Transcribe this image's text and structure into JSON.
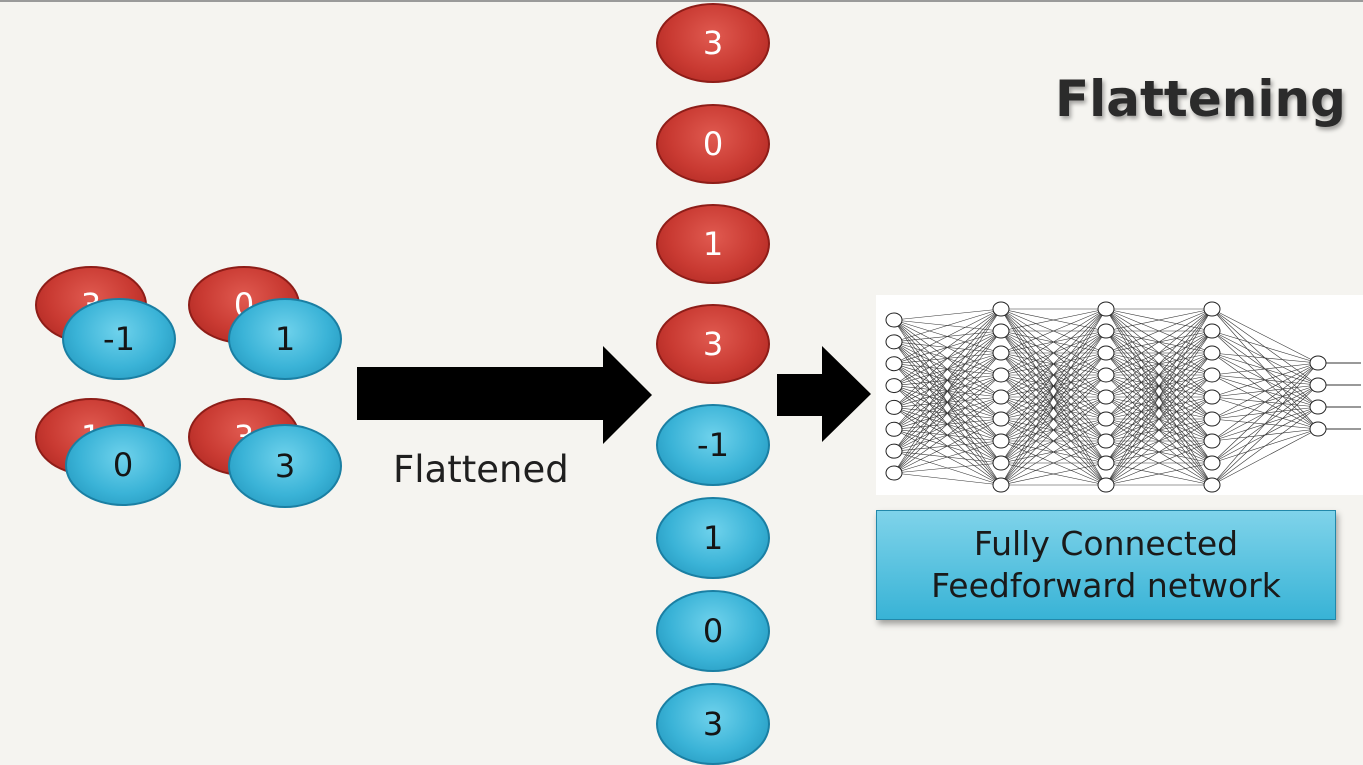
{
  "title": "Flattening",
  "arrow_label": "Flattened",
  "network_caption": {
    "line1": "Fully Connected",
    "line2": "Feedforward network"
  },
  "feature_maps": {
    "red_values": [
      "3",
      "0",
      "1",
      "3"
    ],
    "blue_values": [
      "-1",
      "1",
      "0",
      "3"
    ]
  },
  "flattened_vector": [
    "3",
    "0",
    "1",
    "3",
    "-1",
    "1",
    "0",
    "3"
  ],
  "network_layers": [
    8,
    9,
    9,
    9,
    4
  ],
  "colors": {
    "red_node": "#c93a32",
    "blue_node": "#3ab3d7",
    "arrow": "#000000",
    "caption_box": "#38b3d6"
  }
}
